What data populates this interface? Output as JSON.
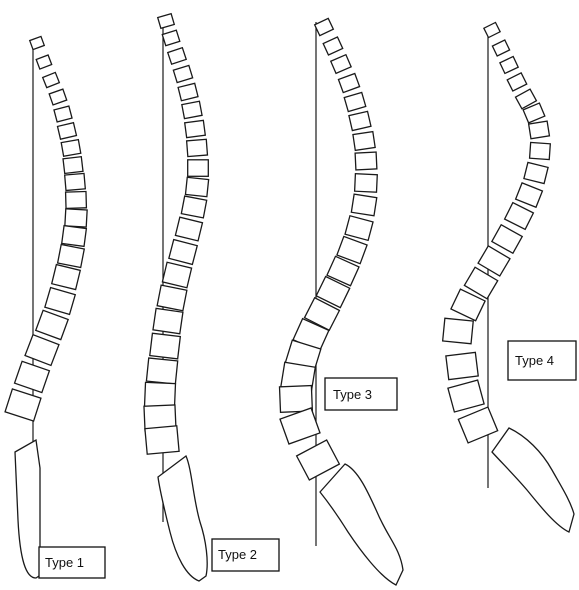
{
  "figure": {
    "spines": [
      {
        "id": "type1",
        "label": "Type 1"
      },
      {
        "id": "type2",
        "label": "Type 2"
      },
      {
        "id": "type3",
        "label": "Type 3"
      },
      {
        "id": "type4",
        "label": "Type 4"
      }
    ]
  }
}
